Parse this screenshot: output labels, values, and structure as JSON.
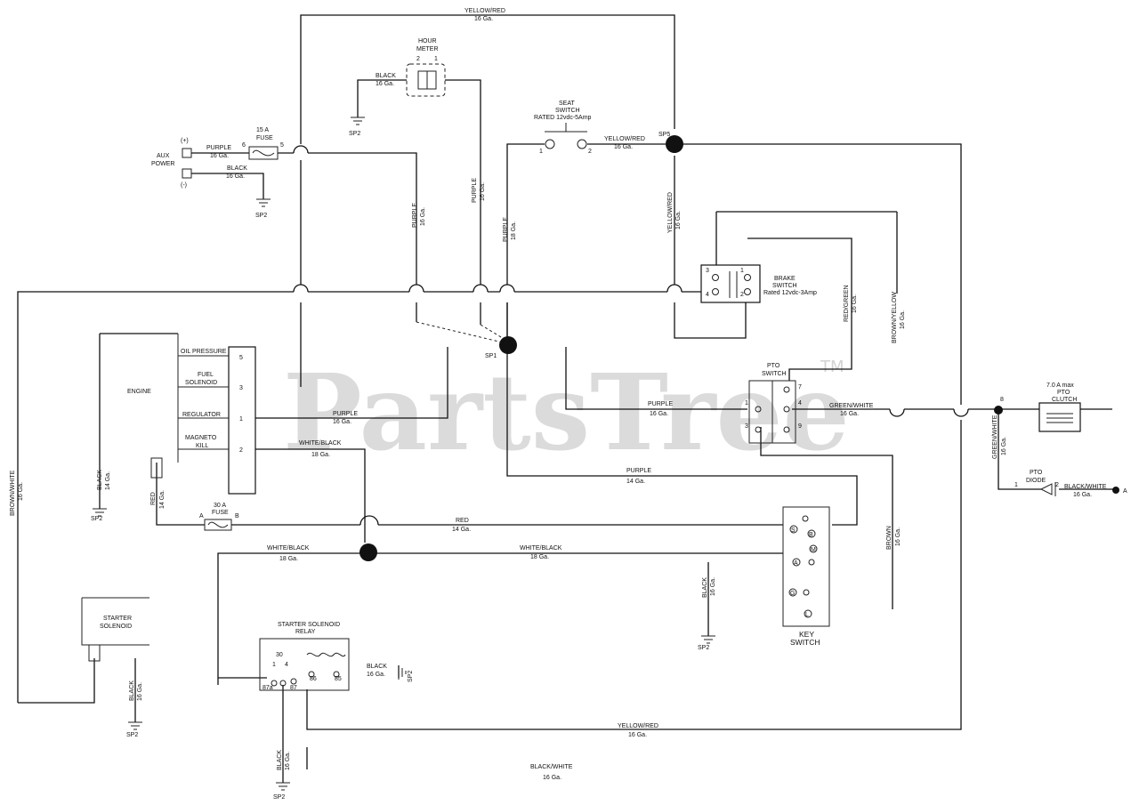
{
  "watermark": {
    "brand": "PartsTree",
    "tm": "TM"
  },
  "components": {
    "hour_meter": {
      "title": "HOUR",
      "title2": "METER",
      "pin_left": "2",
      "pin_right": "1"
    },
    "aux_power": {
      "title": "AUX",
      "title2": "POWER",
      "pos": "(+)",
      "neg": "(-)"
    },
    "fuse_15a": {
      "title": "15 A",
      "title2": "FUSE",
      "pin_left": "6",
      "pin_right": "5"
    },
    "seat_switch": {
      "title": "SEAT",
      "title2": "SWITCH",
      "rating": "RATED 12vdc-5Amp",
      "pin_left": "1",
      "pin_right": "2"
    },
    "brake_switch": {
      "title": "BRAKE",
      "title2": "SWITCH",
      "rating": "Rated 12vdc-3Amp",
      "p3": "3",
      "p4": "4",
      "p1": "1",
      "p2": "2"
    },
    "engine": {
      "title": "ENGINE",
      "oil": "OIL PRESSURE",
      "fuel": "FUEL",
      "fuel2": "SOLENOID",
      "reg": "REGULATOR",
      "mag": "MAGNETO",
      "mag2": "KILL",
      "p5": "5",
      "p3": "3",
      "p1": "1",
      "p2": "2"
    },
    "pto_switch": {
      "title": "PTO",
      "title2": "SWITCH",
      "p1": "1",
      "p3": "3",
      "p7": "7",
      "p4": "4",
      "p9": "9"
    },
    "pto_clutch": {
      "title": "7.0 A max",
      "title2": "PTO",
      "title3": "CLUTCH",
      "pin": "8"
    },
    "pto_diode": {
      "title": "PTO",
      "title2": "DIODE",
      "p1": "1",
      "p2": "2",
      "pin": "A"
    },
    "fuse_30a": {
      "title": "30 A",
      "title2": "FUSE",
      "a": "A",
      "b": "B"
    },
    "key_switch": {
      "title": "KEY",
      "title2": "SWITCH",
      "t1": "S",
      "t2": "B",
      "t3": "A",
      "t4": "G",
      "t5": "M",
      "t6": "L"
    },
    "starter_solenoid": {
      "title": "STARTER",
      "title2": "SOLENOID"
    },
    "starter_relay": {
      "title": "STARTER SOLENOID",
      "title2": "RELAY",
      "p30": "30",
      "p87a": "87a",
      "p87": "87",
      "p86": "86",
      "p85": "85",
      "p1": "1",
      "p4": "4"
    },
    "splices": {
      "sp1": "SP1",
      "sp5": "SP5"
    }
  },
  "grounds": {
    "label": "SP2"
  },
  "wire_labels": {
    "yr_top": [
      "YELLOW/RED",
      "16 Ga."
    ],
    "black_hm": [
      "BLACK",
      "16 Ga."
    ],
    "purple_aux": [
      "PURPLE",
      "16 Ga."
    ],
    "black_aux": [
      "BLACK",
      "16 Ga."
    ],
    "yr_seat": [
      "YELLOW/RED",
      "16 Ga."
    ],
    "purple_v1": [
      "PURPLE",
      "16 Ga."
    ],
    "purple_v2": [
      "PURPLE",
      "16 Ga."
    ],
    "purple_v3": [
      "PURPLE",
      "18 Ga."
    ],
    "yr_v": [
      "YELLOW/RED",
      "16 Ga."
    ],
    "red_green": [
      "RED/GREEN",
      "16 Ga."
    ],
    "brown_yellow": [
      "BROWN/YELLOW",
      "16 Ga."
    ],
    "purple_reg": [
      "PURPLE",
      "16 Ga."
    ],
    "wb_mag": [
      "WHITE/BLACK",
      "18 Ga."
    ],
    "purple_pto": [
      "PURPLE",
      "16 Ga."
    ],
    "green_white": [
      "GREEN/WHITE",
      "16 Ga."
    ],
    "purple_14": [
      "PURPLE",
      "14 Ga."
    ],
    "brown_white_l": [
      "BROWN/WHITE",
      "16 Ga."
    ],
    "black_engine": [
      "BLACK",
      "14 Ga."
    ],
    "red_fuse": [
      "RED",
      "14 Ga."
    ],
    "red_14": [
      "RED",
      "14 Ga."
    ],
    "wb_left": [
      "WHITE/BLACK",
      "18 Ga."
    ],
    "wb_right": [
      "WHITE/BLACK",
      "18 Ga."
    ],
    "black_mid": [
      "BLACK",
      "16 Ga."
    ],
    "brown": [
      "BROWN",
      "16 Ga."
    ],
    "green_white_v": [
      "GREEN/WHITE",
      "16 Ga."
    ],
    "black_white": [
      "BLACK/WHITE",
      "16 Ga."
    ],
    "black_relay": [
      "BLACK",
      "16 Ga."
    ],
    "black_starter": [
      "BLACK",
      "16 Ga."
    ],
    "yr_bottom": [
      "YELLOW/RED",
      "16 Ga."
    ],
    "black_bottom": [
      "BLACK",
      "16 Ga."
    ],
    "bw_bottom": [
      "BLACK/WHITE",
      "16 Ga."
    ]
  }
}
